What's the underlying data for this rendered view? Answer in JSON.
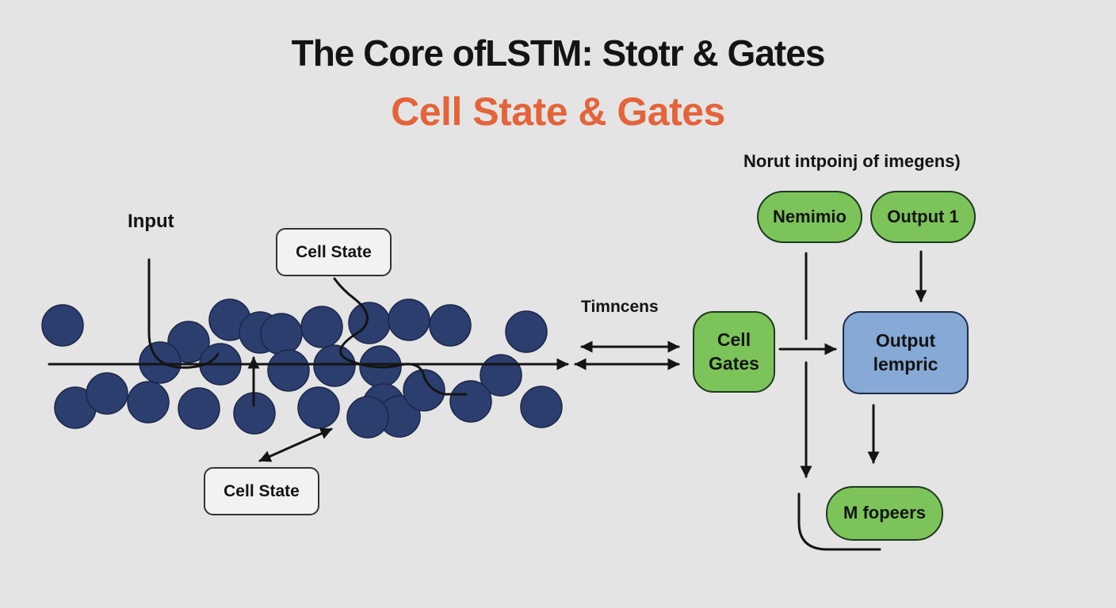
{
  "title": "The Core ofLSTM: Stotr & Gates",
  "subtitle": "Cell State & Gates",
  "labels": {
    "input": "Input",
    "timncens": "Timncens",
    "top_right": "Norut intpoinj of imegens)"
  },
  "boxes": {
    "cell_state_top": "Cell State",
    "cell_state_bottom": "Cell State",
    "nemimio": "Nemimio",
    "output_1": "Output 1",
    "cell_gates_line1": "Cell",
    "cell_gates_line2": "Gates",
    "output_lempric_line1": "Output",
    "output_lempric_line2": "lempric",
    "m_fopeers": "M fopeers"
  },
  "colors": {
    "title": "#141414",
    "accent": "#e4643a",
    "node": "#2c3e6e",
    "green": "#7cc45a",
    "blue": "#86a9d6",
    "background": "#e4e4e4"
  }
}
